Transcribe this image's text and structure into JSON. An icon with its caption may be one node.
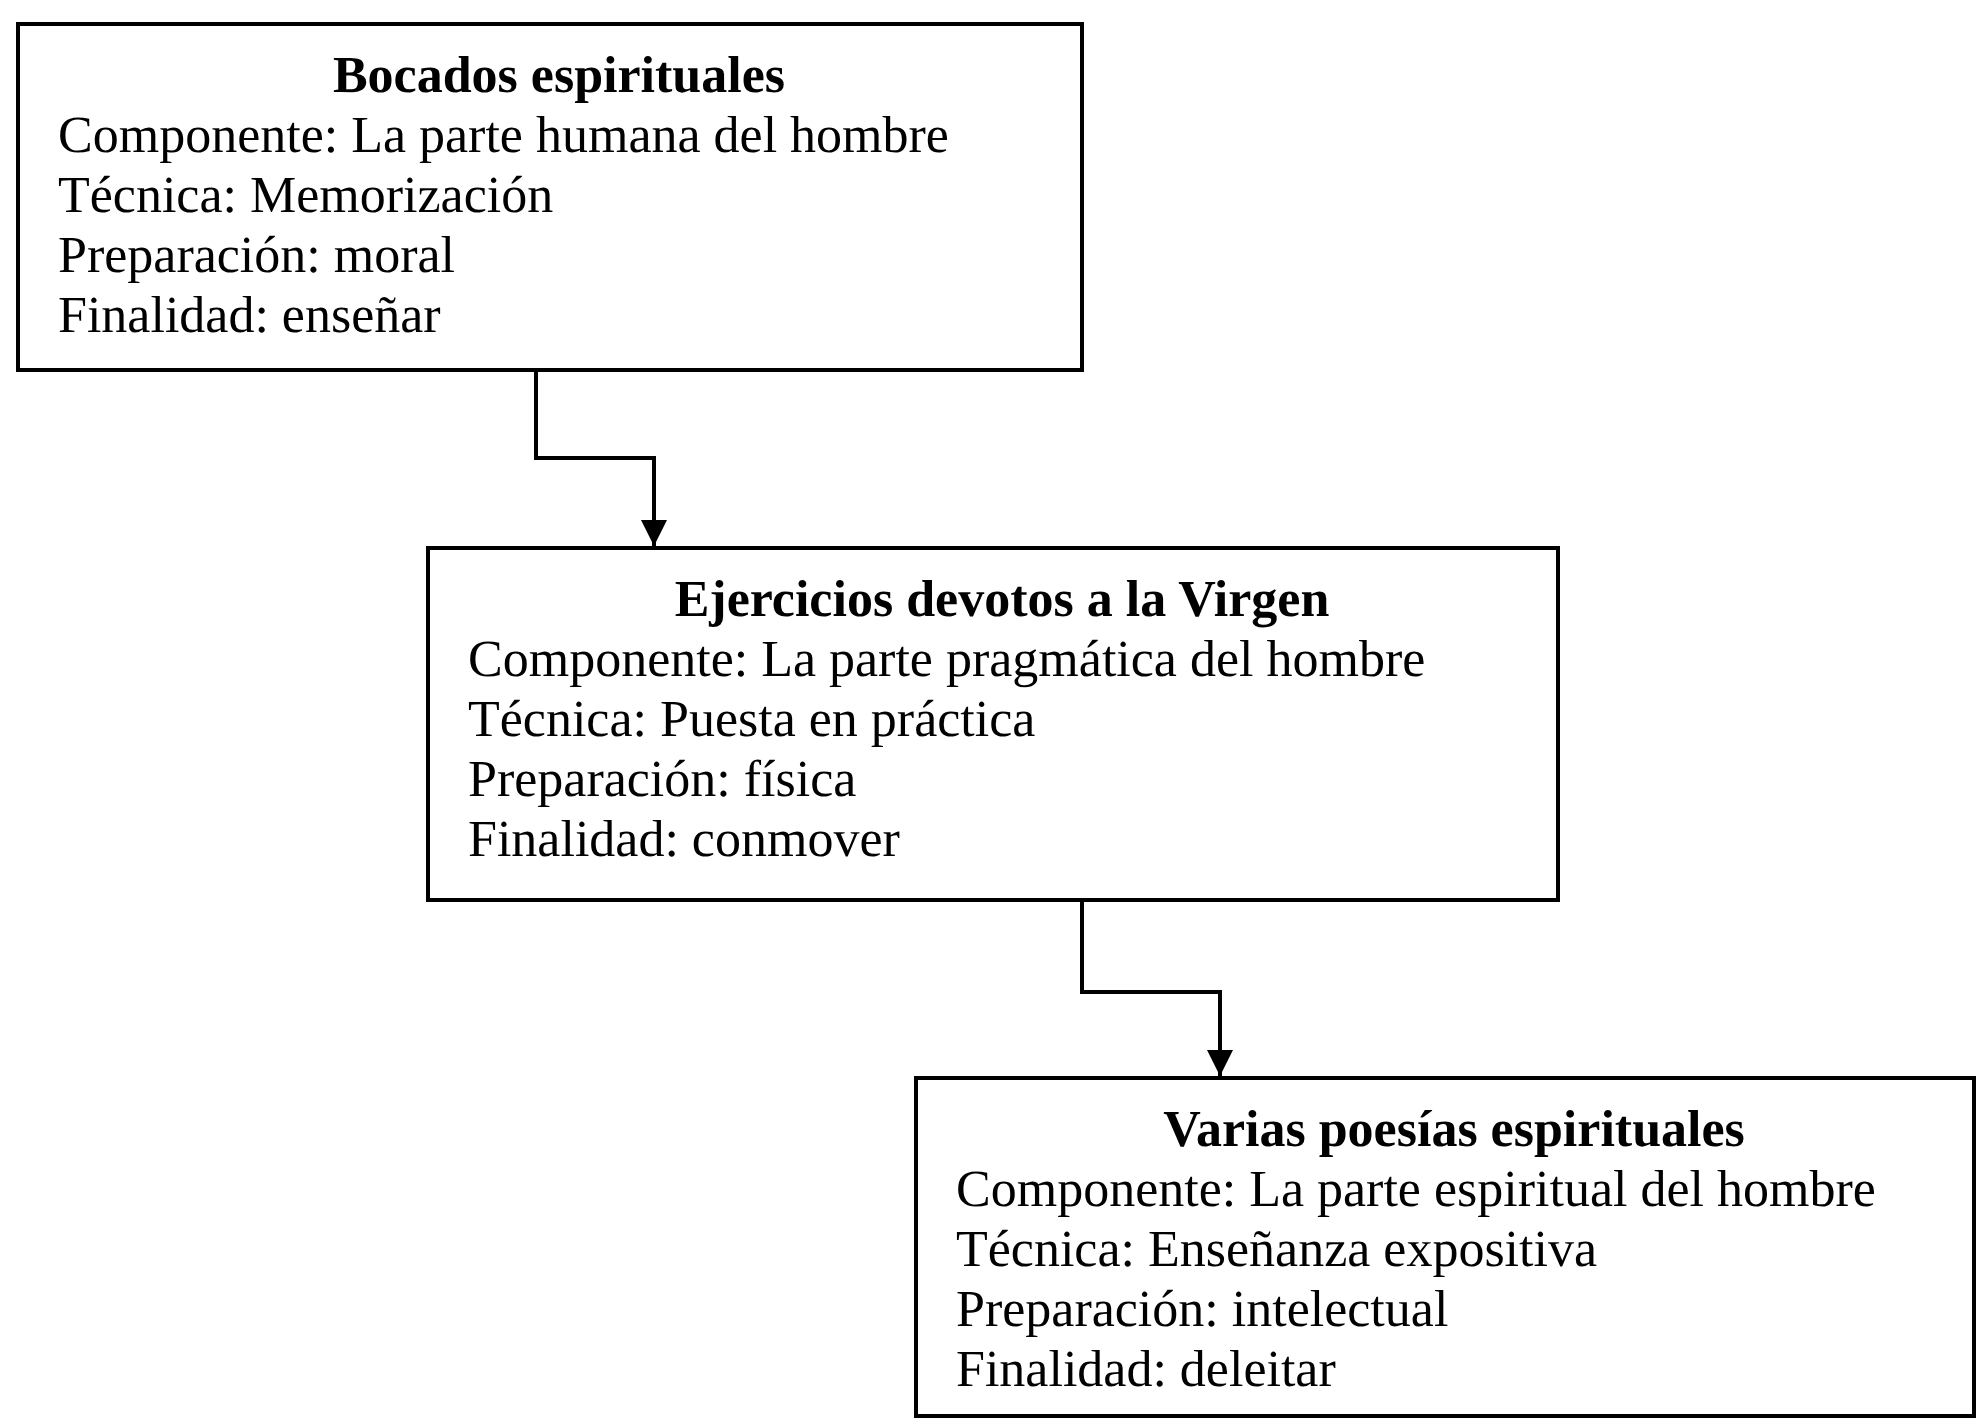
{
  "diagram": {
    "nodes": [
      {
        "text": [
          "Bocados espirituales",
          "Componente: La parte humana del hombre",
          "Técnica: Memorización",
          "Preparación: moral",
          "Finalidad: enseñar"
        ]
      },
      {
        "text": [
          "Ejercicios devotos a la Virgen",
          "Componente: La parte pragmática del hombre",
          "Técnica: Puesta en práctica",
          "Preparación: física",
          "Finalidad: conmover"
        ]
      },
      {
        "text": [
          "Varias poesías espirituales",
          "Componente: La parte espiritual del hombre",
          "Técnica: Enseñanza expositiva",
          "Preparación: intelectual",
          "Finalidad: deleitar"
        ]
      }
    ],
    "edges": [
      {
        "from": 0,
        "to": 1,
        "arrow": "to"
      },
      {
        "from": 1,
        "to": 2,
        "arrow": "to"
      }
    ]
  }
}
